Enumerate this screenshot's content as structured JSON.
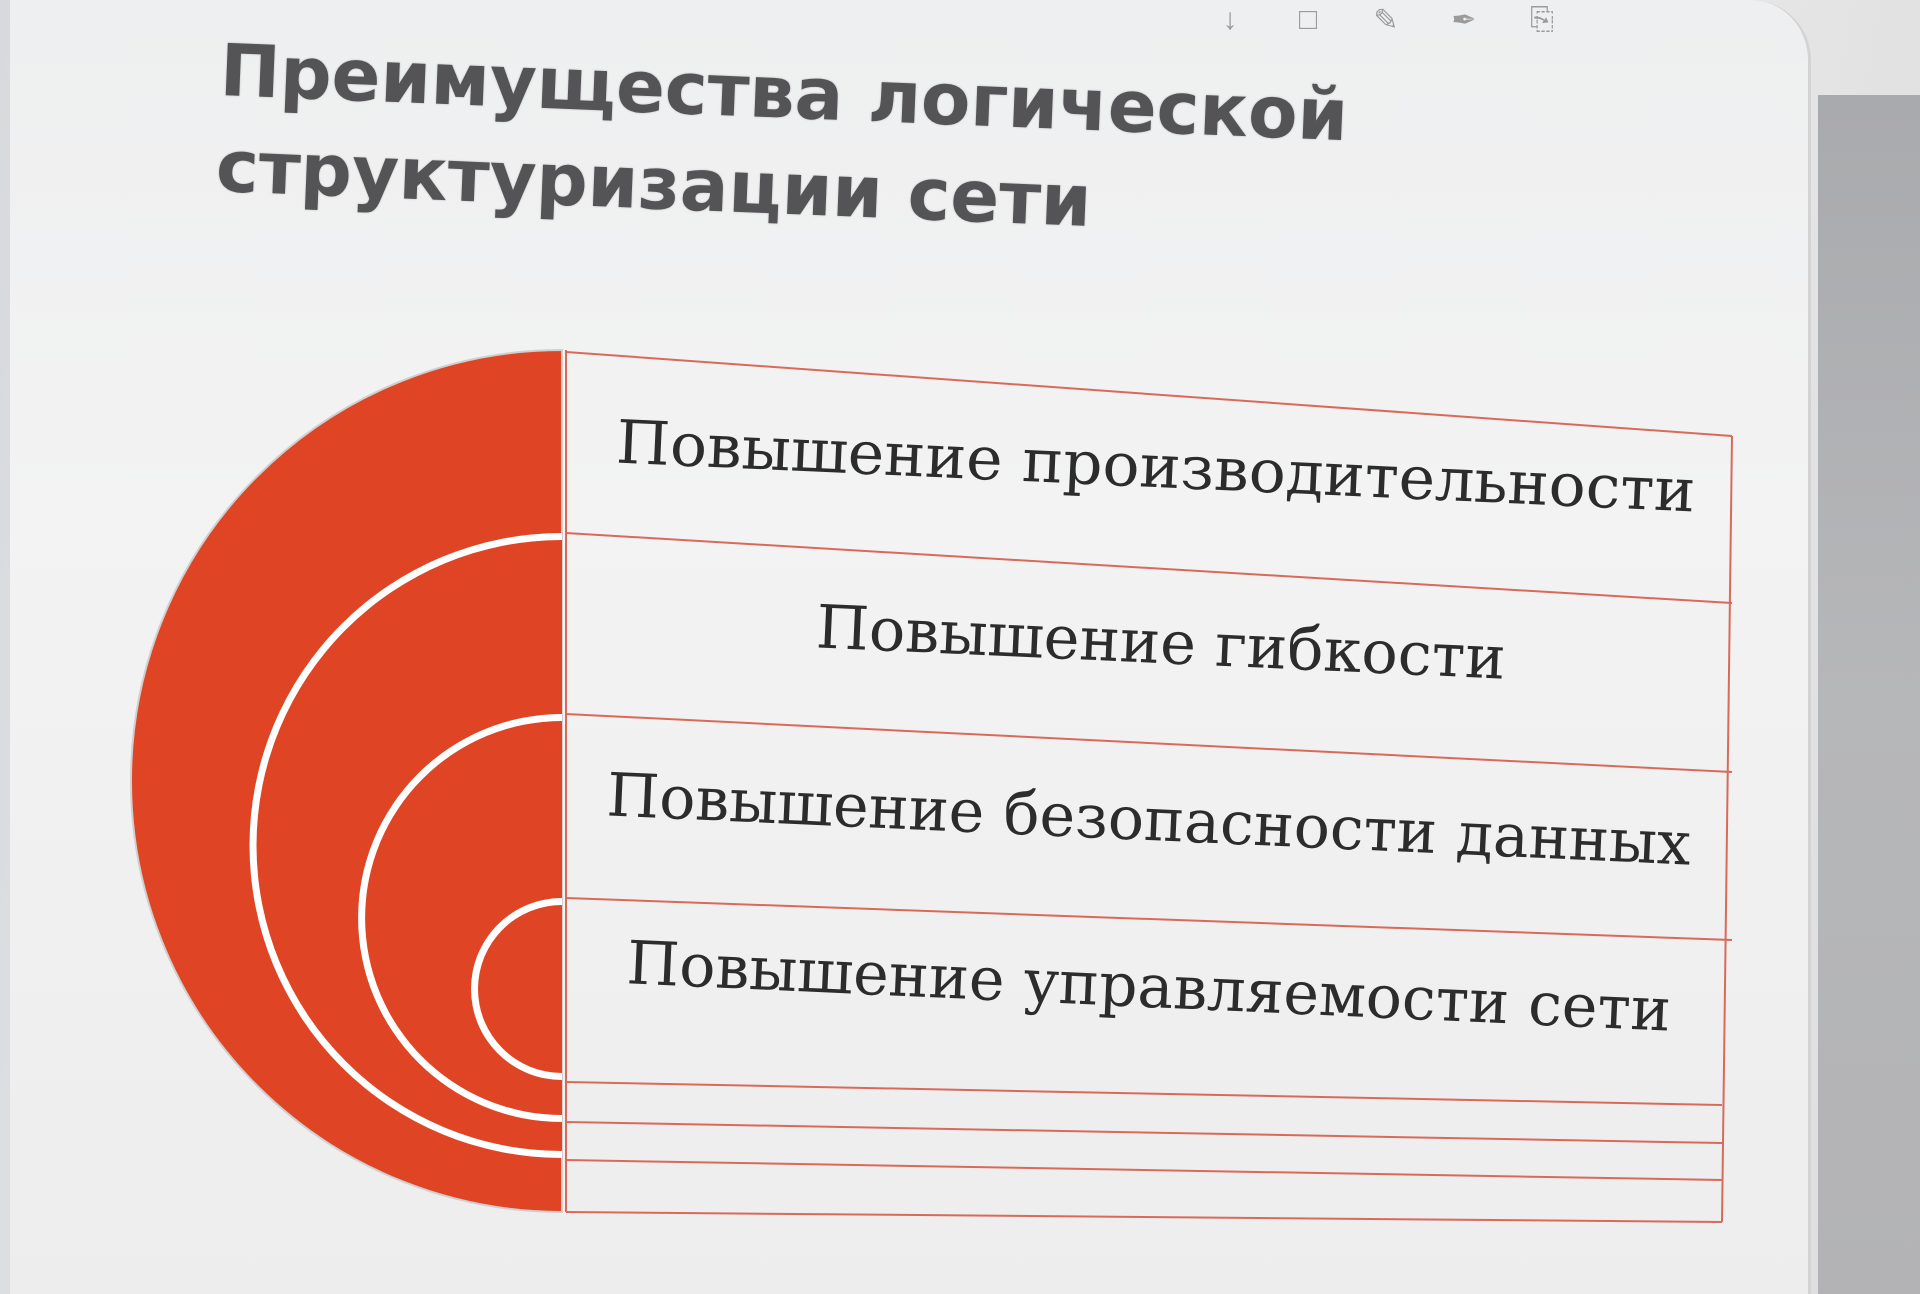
{
  "slide": {
    "title_lines": [
      "Преимущества логической",
      "структуризации сети"
    ],
    "items": [
      "Повышение производительности",
      "Повышение гибкости",
      "Повышение безопасности данных",
      "Повышение управляемости сети"
    ]
  },
  "toolbar": {
    "icons": [
      "down-arrow-icon",
      "comment-icon",
      "pen-icon",
      "highlighter-icon",
      "eraser-icon"
    ]
  },
  "colors": {
    "accent_red": "#df4524",
    "border_red": "#d96a5a",
    "ring_white": "#ffffff"
  }
}
